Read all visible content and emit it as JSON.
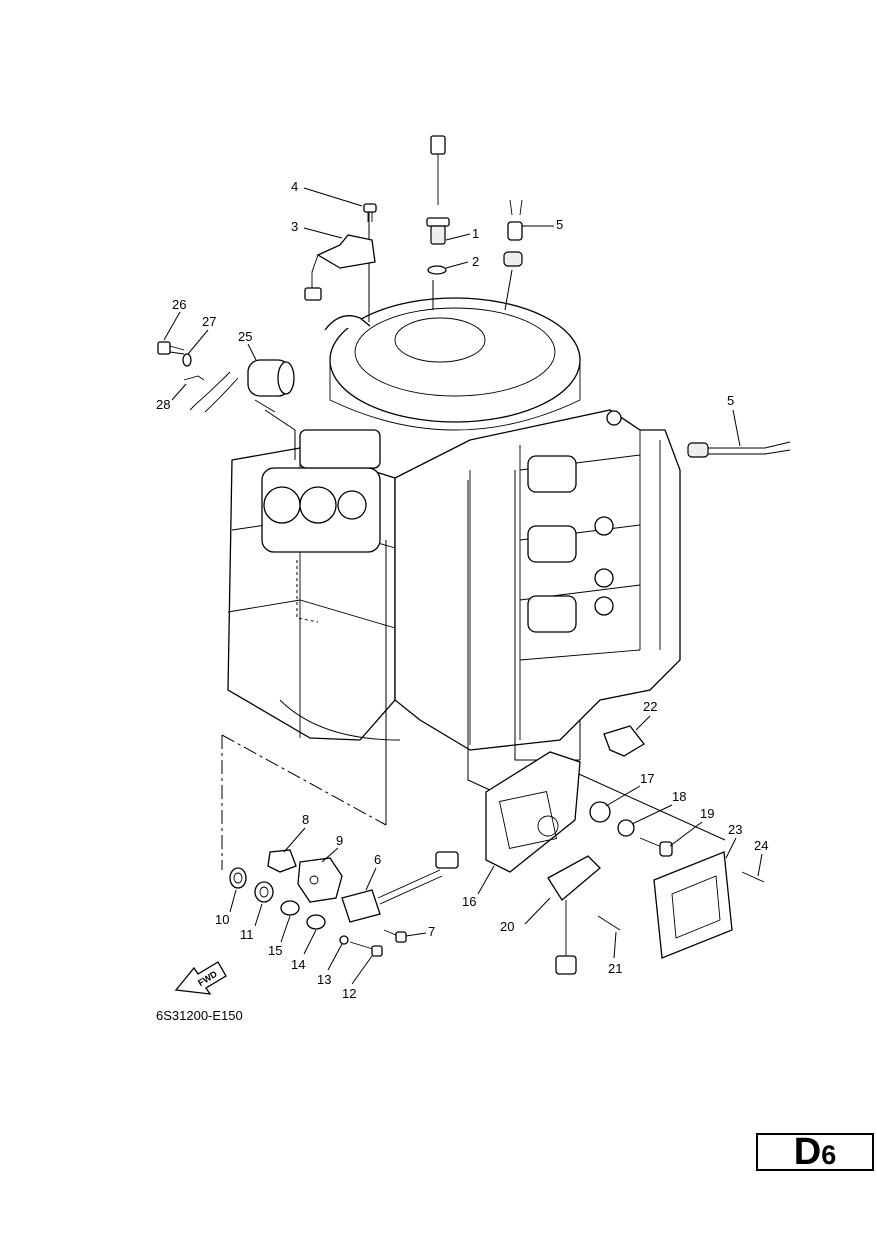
{
  "diagram": {
    "drawing_code": "6S31200-E150",
    "fwd_label": "FWD",
    "page_label": {
      "letter": "D",
      "number": "6"
    },
    "callouts": {
      "c1": "1",
      "c2": "2",
      "c3": "3",
      "c4": "4",
      "c5a": "5",
      "c5b": "5",
      "c6": "6",
      "c7": "7",
      "c8": "8",
      "c9": "9",
      "c10": "10",
      "c11": "11",
      "c12": "12",
      "c13": "13",
      "c14": "14",
      "c15": "15",
      "c16": "16",
      "c17": "17",
      "c18": "18",
      "c19": "19",
      "c20": "20",
      "c21": "21",
      "c22": "22",
      "c23": "23",
      "c24": "24",
      "c25": "25",
      "c26": "26",
      "c27": "27",
      "c28": "28"
    }
  }
}
